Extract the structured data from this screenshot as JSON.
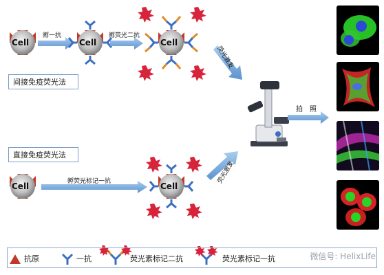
{
  "labels": {
    "cell": "Cell",
    "step_primary": "孵一抗",
    "step_secondary": "孵荧光二抗",
    "step_labeled_primary": "孵荧光标记一抗",
    "excite_top": "荧光激发",
    "excite_bottom": "荧光激发",
    "photograph": "拍　照",
    "method_indirect": "间接免疫荧光法",
    "method_direct": "直接免疫荧光法"
  },
  "legend": {
    "antigen": "抗原",
    "primary": "一抗",
    "labeled_secondary": "荧光素标记二抗",
    "labeled_primary": "荧光素标记一抗"
  },
  "watermark": "微信号: HelixLife",
  "colors": {
    "arrow": "#6fa3d8",
    "antigen_red": "#c0392b",
    "antibody_blue": "#3b6fc1",
    "secondary_orange": "#e08a2a",
    "fluor_red": "#d8243a"
  }
}
